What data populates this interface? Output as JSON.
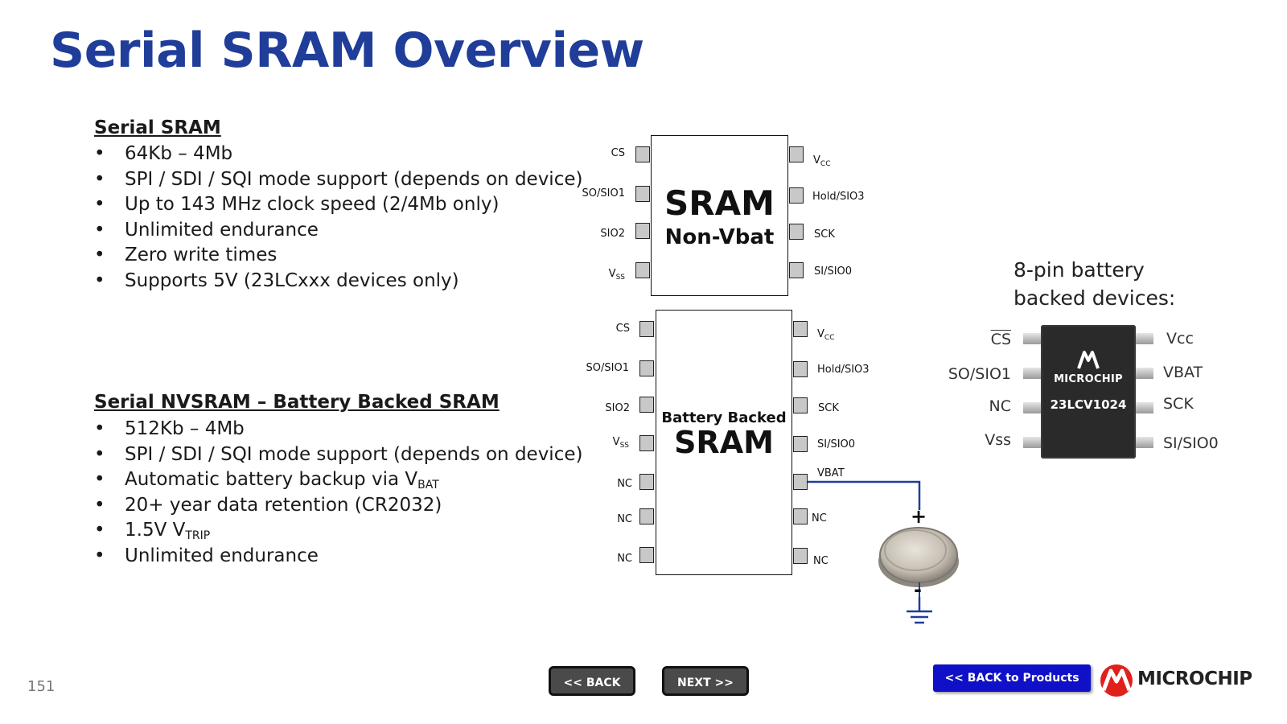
{
  "slide": {
    "title": "Serial SRAM Overview",
    "page_number": "151"
  },
  "serial_sram": {
    "heading": "Serial SRAM",
    "bullets": [
      "64Kb – 4Mb",
      "SPI / SDI / SQI mode support (depends on device)",
      "Up to 143 MHz clock speed (2/4Mb only)",
      "Unlimited endurance",
      "Zero write times",
      "Supports 5V (23LCxxx devices only)"
    ]
  },
  "serial_nvsram": {
    "heading": "Serial NVSRAM – Battery Backed SRAM",
    "b1": "512Kb  –  4Mb",
    "b2": "SPI / SDI / SQI mode support (depends on device)",
    "b3_text": "Automatic battery backup via V",
    "b3_sub": "BAT",
    "b4": "20+ year data retention (CR2032)",
    "b5_text": "1.5V V",
    "b5_sub": "TRIP",
    "b6": "Unlimited endurance"
  },
  "chip_nonvbat": {
    "line1": "SRAM",
    "line2": "Non-Vbat",
    "left_pins": [
      "CS",
      "SO/SIO1",
      "SIO2"
    ],
    "vss": "V",
    "vss_sub": "SS",
    "vcc": "V",
    "vcc_sub": "CC",
    "right_pins": [
      "Hold/SIO3",
      "SCK",
      "SI/SIO0"
    ]
  },
  "chip_battery": {
    "line1": "Battery Backed",
    "line2": "SRAM",
    "left_pins": [
      "CS",
      "SO/SIO1",
      "SIO2"
    ],
    "vss": "V",
    "vss_sub": "SS",
    "left_nc": [
      "NC",
      "NC",
      "NC"
    ],
    "vcc": "V",
    "vcc_sub": "CC",
    "right_pins": [
      "Hold/SIO3",
      "SCK",
      "SI/SIO0",
      "VBAT",
      "NC",
      "NC"
    ],
    "battery_plus": "+",
    "battery_minus": "-"
  },
  "package": {
    "caption_line1": "8-pin battery",
    "caption_line2": "backed devices:",
    "brand": "MICROCHIP",
    "part": "23LCV1024",
    "left_pins": [
      "CS",
      "SO/SIO1",
      "NC",
      "Vss"
    ],
    "right_pins": [
      "Vcc",
      "VBAT",
      "SCK",
      "SI/SIO0"
    ]
  },
  "nav": {
    "back": "<< BACK",
    "next": "NEXT >>",
    "back_products": "<< BACK to Products",
    "logo_text": "MICROCHIP"
  },
  "colors": {
    "title": "#1f3d99",
    "wire": "#1f3d99",
    "button_blue": "#1010c8",
    "logo_red": "#e0201b"
  }
}
